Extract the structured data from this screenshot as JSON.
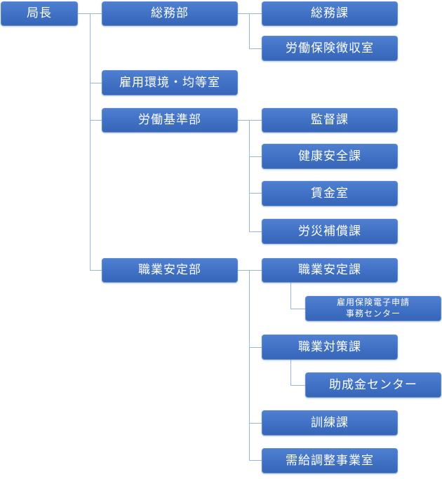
{
  "diagram": {
    "type": "org-chart",
    "root": "局長",
    "nodes": {
      "root": "局長",
      "somu_bu": "総務部",
      "somu_ka": "総務課",
      "roudou_hoken": "労働保険徴収室",
      "koyou_kankyou": "雇用環境・均等室",
      "kijun_bu": "労働基準部",
      "kantoku_ka": "監督課",
      "kenkou_anzen_ka": "健康安全課",
      "chingin_shitsu": "賃金室",
      "rousai_ka": "労災補償課",
      "antei_bu": "職業安定部",
      "antei_ka": "職業安定課",
      "denshi_center_line1": "雇用保険電子申請",
      "denshi_center_line2": "事務センター",
      "taisaku_ka": "職業対策課",
      "josei_center": "助成金センター",
      "kunren_ka": "訓練課",
      "jukyuu_shitsu": "需給調整事業室"
    }
  }
}
